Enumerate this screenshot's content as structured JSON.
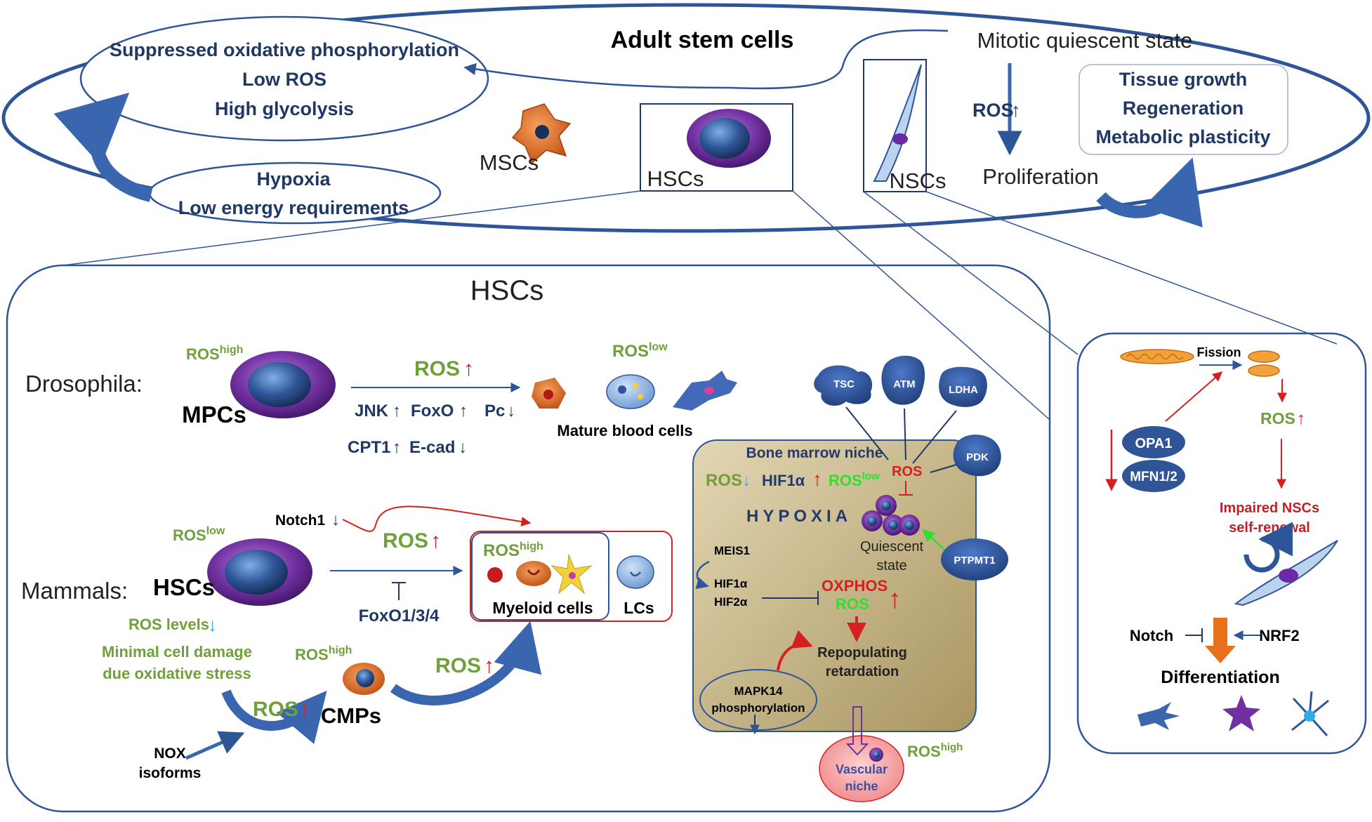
{
  "title": "Adult stem cells",
  "top": {
    "metabolism": [
      "Suppressed oxidative phosphorylation",
      "Low ROS",
      "High glycolysis"
    ],
    "niche": [
      "Hypoxia",
      "Low energy requirements"
    ],
    "msc_label": "MSCs",
    "hsc_label": "HSCs",
    "nsc_label": "NSCs",
    "quiescent": "Mitotic quiescent state",
    "ros": "ROS",
    "proliferation": "Proliferation",
    "outcomes": [
      "Tissue growth",
      "Regeneration",
      "Metabolic plasticity"
    ]
  },
  "hsc_panel": {
    "heading": "HSCs",
    "drosophila": {
      "organism": "Drosophila:",
      "ros_label": "ROS",
      "ros_sup": "high",
      "cell": "MPCs",
      "ros_arrow": "ROS",
      "ros_low": "ROS",
      "ros_low_sup": "low",
      "factors_row1": [
        "JNK",
        "FoxO",
        "Pc"
      ],
      "factors_row2": [
        "CPT1",
        "E-cad"
      ],
      "mature": "Mature blood cells"
    },
    "mammals": {
      "organism": "Mammals:",
      "ros_label": "ROS",
      "ros_sup": "low",
      "cell": "HSCs",
      "notch": "Notch1",
      "ros_arrow": "ROS",
      "foxo": "FoxO1/3/4",
      "ros_levels": "ROS levels",
      "damage": [
        "Minimal cell damage",
        "due oxidative stress"
      ],
      "myeloid_ros": "ROS",
      "myeloid_sup": "high",
      "myeloid": "Myeloid cells",
      "lcs": "LCs",
      "cmp_ros": "ROS",
      "cmp_sup": "high",
      "cmp": "CMPs",
      "ros_left": "ROS",
      "ros_right": "ROS",
      "nox": [
        "NOX",
        "isoforms"
      ]
    },
    "niche_box": {
      "regulators": [
        "TSC",
        "ATM",
        "LDHA",
        "PDK",
        "PTPMT1"
      ],
      "title": "Bone marrow niche",
      "ros1": "ROS",
      "hif": "HIF1α",
      "ros_low": "ROS",
      "ros_low_sup": "low",
      "ros_red": "ROS",
      "hypoxia": "HYPOXIA",
      "quiescent": [
        "Quiescent",
        "state"
      ],
      "meis": "MEIS1",
      "hif1": "HIF1α",
      "hif2": "HIF2α",
      "oxphos": "OXPHOS",
      "ros_green": "ROS",
      "repop": [
        "Repopulating",
        "retardation"
      ],
      "mapk": [
        "MAPK14",
        "phosphorylation"
      ],
      "vascular": [
        "Vascular",
        "niche"
      ],
      "vascular_ros": "ROS",
      "vascular_sup": "high"
    }
  },
  "nsc_panel": {
    "fission": "Fission",
    "opa1": "OPA1",
    "mfn": "MFN1/2",
    "ros": "ROS",
    "impaired": [
      "Impaired NSCs",
      "self-renewal"
    ],
    "notch": "Notch",
    "nrf2": "NRF2",
    "diff": "Differentiation"
  },
  "colors": {
    "navy": "#1f3864",
    "outline": "#2e5597",
    "green": "#70a03a",
    "red": "#d62020",
    "niche_fill": "#c9b98d",
    "purple": "#5a2d91",
    "orange": "#e0652a",
    "blue_cell": "#2f5597"
  }
}
